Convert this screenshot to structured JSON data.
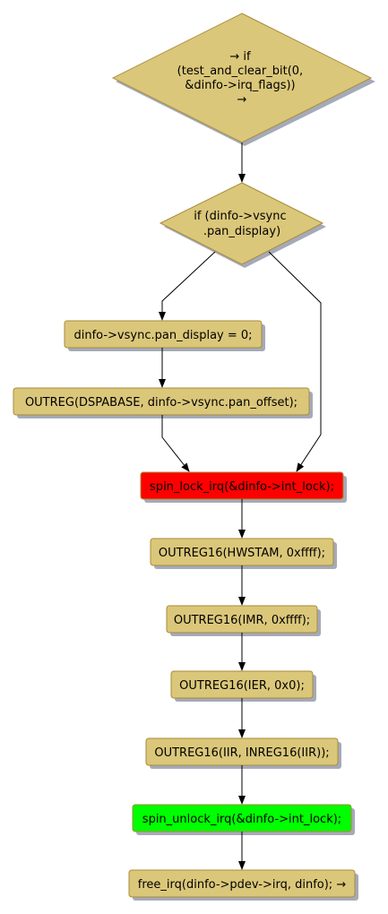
{
  "colors": {
    "node_fill": "#DBC77A",
    "node_stroke": "#A88B3A",
    "shadow": "#A5AAB8",
    "lock_fill": "#FF0000",
    "unlock_fill": "#00FF00",
    "edge": "#000000"
  },
  "nodes": {
    "decision_test_and_clear": [
      "→ if",
      "(test_and_clear_bit(0,",
      "&dinfo->irq_flags))",
      "→"
    ],
    "decision_pan_display": [
      "if (dinfo->vsync",
      ".pan_display)"
    ],
    "pan_display_reset": "dinfo->vsync.pan_display = 0;",
    "outreg_dspabase": "OUTREG(DSPABASE, dinfo->vsync.pan_offset);",
    "spin_lock": "spin_lock_irq(&dinfo->int_lock);",
    "outreg16_hwstam": "OUTREG16(HWSTAM, 0xffff);",
    "outreg16_imr": "OUTREG16(IMR, 0xffff);",
    "outreg16_ier": "OUTREG16(IER, 0x0);",
    "outreg16_iir": "OUTREG16(IIR, INREG16(IIR));",
    "spin_unlock": "spin_unlock_irq(&dinfo->int_lock);",
    "free_irq": "free_irq(dinfo->pdev->irq, dinfo); →"
  }
}
